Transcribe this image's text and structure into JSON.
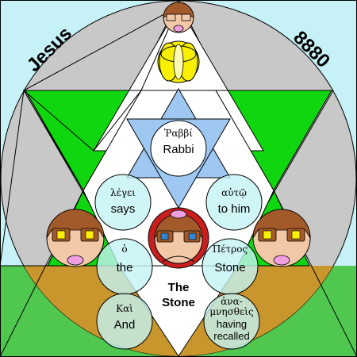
{
  "corners": {
    "left_label": "Jesus",
    "right_label": "8880"
  },
  "center": {
    "line1": "The",
    "line2": "Stone"
  },
  "words": {
    "rabbi": {
      "greek": "Ῥαββί",
      "english": "Rabbi"
    },
    "says": {
      "greek": "λέγει",
      "english": "says"
    },
    "to_him": {
      "greek": "αὐτῷ",
      "english": "to him"
    },
    "the": {
      "greek": "ὁ",
      "english": "the"
    },
    "stone": {
      "greek": "Πέτρος",
      "english": "Stone"
    },
    "and": {
      "greek": "Καὶ",
      "english": "And"
    },
    "recalled": {
      "greek1": "ἀνα-",
      "greek2": "μνησθεὶς",
      "english1": "having",
      "english2": "recalled"
    }
  },
  "colors": {
    "sky": "#c6f1f7",
    "disc": "#c8c8c8",
    "green": "#10d610",
    "ground_green": "#50c850",
    "brown": "#c8962c",
    "star_blue": "#9ec8f2",
    "bubble": "#c4f2f4",
    "face_skin": "#f2c8a6",
    "face_brown": "#a25a2a",
    "eye_blue": "#2e86d6",
    "center_red": "#c81e1e",
    "lip_pink": "#f0a0e0",
    "yellow": "#f8f000"
  },
  "icons": [
    "face-icon-top",
    "face-icon-left",
    "face-icon-right",
    "face-icon-center",
    "yellow-flower-icon"
  ]
}
